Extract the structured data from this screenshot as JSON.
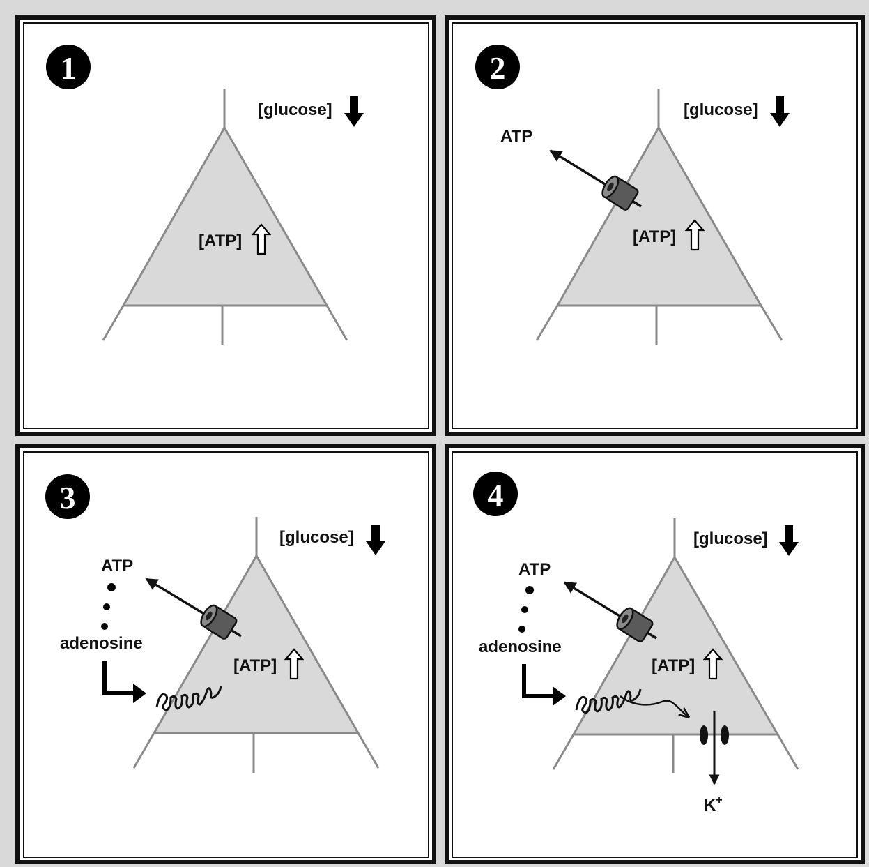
{
  "colors": {
    "background": "#d9d9d9",
    "panel": "#ffffff",
    "cell_fill": "#d9d9d9",
    "cell_outline": "#8a8a8a",
    "ink": "#111111",
    "channel": "#5a5a5a"
  },
  "panels": [
    {
      "step": "1",
      "glucose_label": "[glucose]",
      "atp_inside_label": "[ATP]"
    },
    {
      "step": "2",
      "glucose_label": "[glucose]",
      "atp_inside_label": "[ATP]",
      "atp_outside_label": "ATP"
    },
    {
      "step": "3",
      "glucose_label": "[glucose]",
      "atp_inside_label": "[ATP]",
      "atp_outside_label": "ATP",
      "adenosine_label": "adenosine"
    },
    {
      "step": "4",
      "glucose_label": "[glucose]",
      "atp_inside_label": "[ATP]",
      "atp_outside_label": "ATP",
      "adenosine_label": "adenosine",
      "ion_label": "K",
      "ion_charge": "+"
    }
  ],
  "icons": {
    "glucose_change": "down-arrow-icon",
    "atp_change": "hollow-up-arrow-icon",
    "release_channel": "atp-release-channel-icon",
    "receptor": "adenosine-receptor-icon",
    "k_channel": "potassium-channel-icon"
  }
}
